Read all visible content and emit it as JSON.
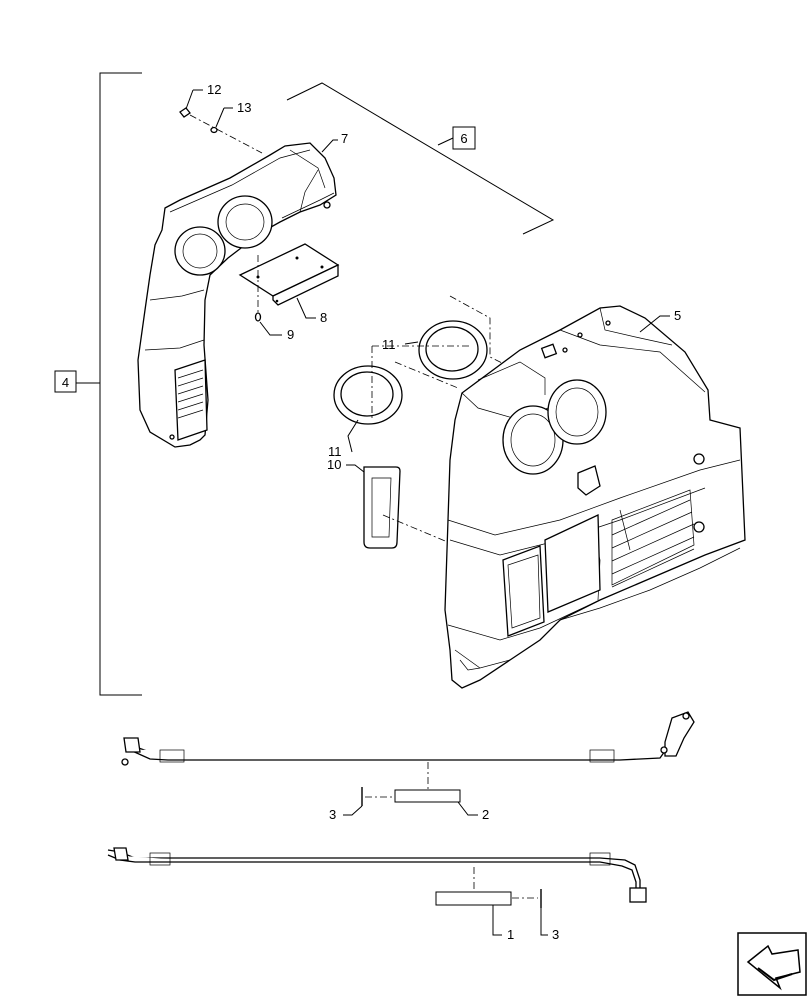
{
  "callouts": {
    "c1": "1",
    "c2": "2",
    "c3a": "3",
    "c3b": "3",
    "c4": "4",
    "c5": "5",
    "c6": "6",
    "c7": "7",
    "c8": "8",
    "c9": "9",
    "c10": "10",
    "c11a": "11",
    "c11b": "11",
    "c12": "12",
    "c13": "13"
  },
  "icons": {
    "nav": "previous-arrow-icon"
  }
}
